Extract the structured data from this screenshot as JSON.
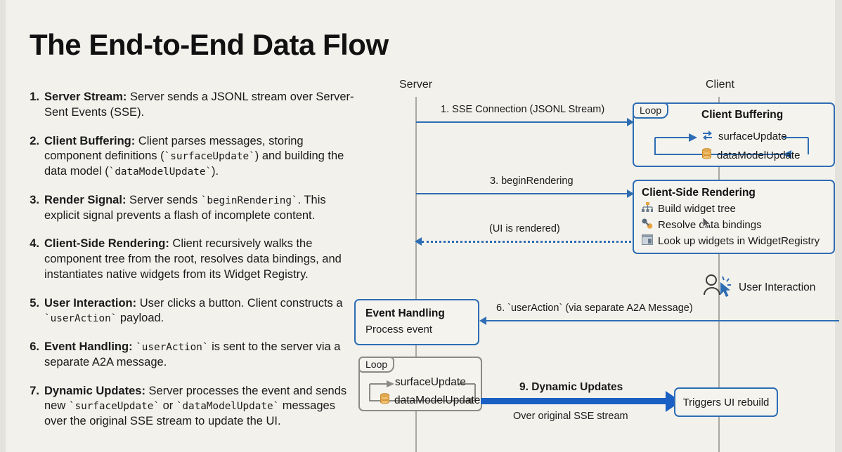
{
  "page_title": "The End-to-End Data Flow",
  "colors": {
    "background": "#f2f1ec",
    "accent_blue": "#2e6db4",
    "thick_arrow_blue": "#1a5fc4",
    "gray_border": "#8b8a85",
    "orange_db": "#e8a33d"
  },
  "steps": [
    {
      "num": "1.",
      "term": "Server Stream:",
      "text": " Server sends a JSONL stream over Server-Sent Events (SSE)."
    },
    {
      "num": "2.",
      "term": "Client Buffering:",
      "text": " Client parses messages, storing component definitions (`surfaceUpdate`) and building the data model (`dataModelUpdate`)."
    },
    {
      "num": "3.",
      "term": "Render Signal:",
      "text": " Server sends `beginRendering`. This explicit signal prevents a flash of incomplete content."
    },
    {
      "num": "4.",
      "term": "Client-Side Rendering:",
      "text": " Client recursively walks the component tree from the root, resolves data bindings, and instantiates native widgets from its Widget Registry."
    },
    {
      "num": "5.",
      "term": "User Interaction:",
      "text": " User clicks a button. Client constructs a `userAction` payload."
    },
    {
      "num": "6.",
      "term": "Event Handling:",
      "text": " `userAction` is sent to the server via a separate A2A message."
    },
    {
      "num": "7.",
      "term": "Dynamic Updates:",
      "text": " Server processes the event and sends new `surfaceUpdate` or `dataModelUpdate` messages over the original SSE stream to update the UI."
    }
  ],
  "diagram": {
    "lifelines": [
      {
        "label": "Server"
      },
      {
        "label": "Client"
      }
    ],
    "messages": [
      {
        "id": "m1",
        "label": "1. SSE Connection (JSONL Stream)"
      },
      {
        "id": "m3",
        "label": "3. beginRendering"
      },
      {
        "id": "m_render",
        "label": "(UI is rendered)"
      },
      {
        "id": "m6",
        "label": "6. `userAction` (via separate A2A Message)"
      },
      {
        "id": "m9",
        "label": "9. Dynamic Updates",
        "sublabel": "Over original SSE stream"
      }
    ],
    "client_buffering": {
      "loop_tab": "Loop",
      "title": "Client Buffering",
      "items": [
        {
          "icon": "swap-arrows-icon",
          "label": "surfaceUpdate"
        },
        {
          "icon": "database-icon",
          "label": "dataModelUpdate"
        }
      ]
    },
    "client_side_rendering": {
      "title": "Client-Side Rendering",
      "items": [
        {
          "icon": "hierarchy-icon",
          "label": "Build widget tree"
        },
        {
          "icon": "connector-icon",
          "label": "Resolve data bindings"
        },
        {
          "icon": "registry-window-icon",
          "label": "Look up widgets in WidgetRegistry"
        }
      ]
    },
    "user_interaction": {
      "icon": "user-click-icon",
      "label": "User Interaction"
    },
    "event_handling": {
      "title": "Event Handling",
      "subtitle": "Process event"
    },
    "server_loop": {
      "loop_tab": "Loop",
      "items": [
        {
          "icon": "none",
          "label": "surfaceUpdate"
        },
        {
          "icon": "database-icon",
          "label": "dataModelUpdate"
        }
      ]
    },
    "triggers_box": {
      "label": "Triggers UI rebuild"
    }
  }
}
